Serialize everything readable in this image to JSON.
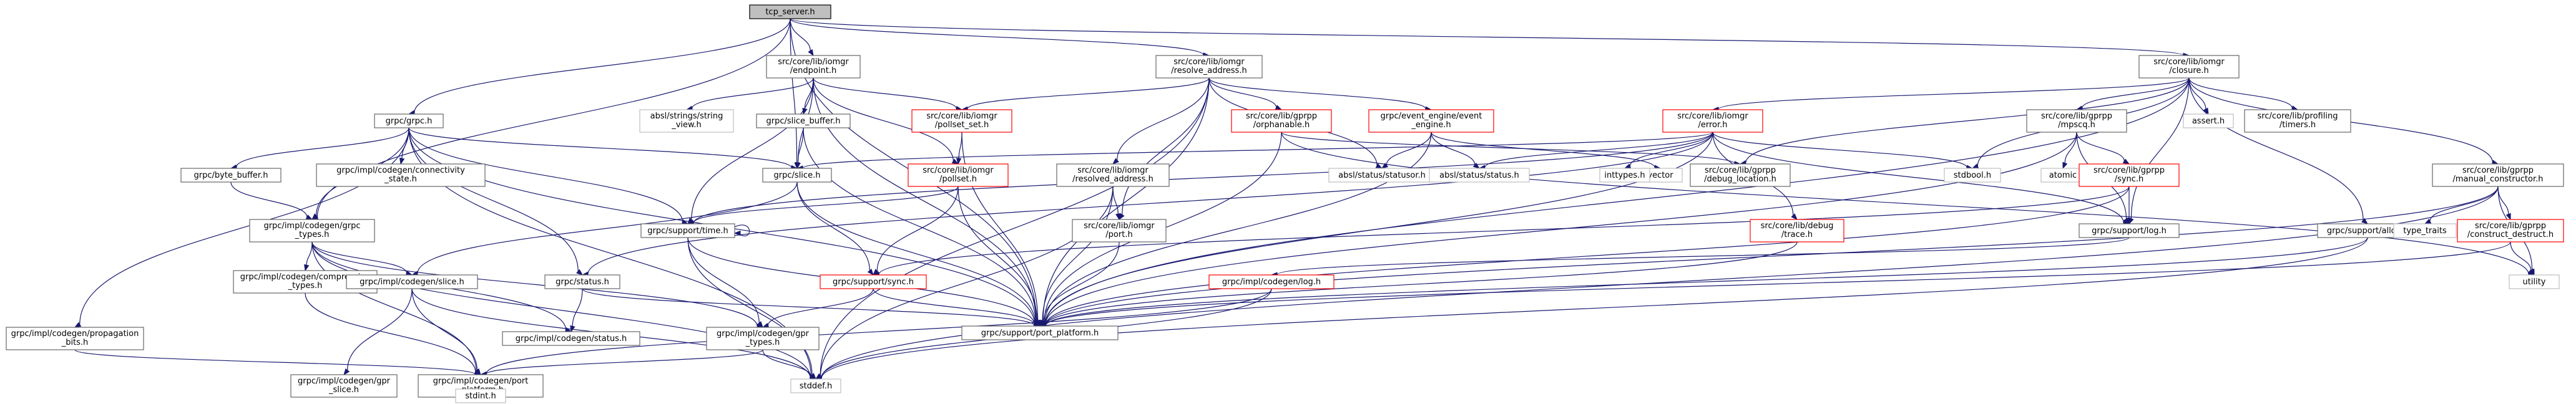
{
  "colors": {
    "edge": "#191970",
    "node_border_documented": "#666666",
    "node_border_undocumented": "#ff0000",
    "node_border_external": "#bfbfbf",
    "root_fill": "#bfbfbf",
    "node_fill": "#ffffff",
    "external_text": "#404040"
  },
  "graph": {
    "nodes": [
      {
        "id": "tcp_server",
        "lines": [
          "tcp_server.h"
        ],
        "kind": "root"
      },
      {
        "id": "grpc_h",
        "lines": [
          "grpc/grpc.h"
        ],
        "kind": "doc"
      },
      {
        "id": "endpoint",
        "lines": [
          "src/core/lib/iomgr",
          "/endpoint.h"
        ],
        "kind": "doc"
      },
      {
        "id": "resolve_address",
        "lines": [
          "src/core/lib/iomgr",
          "/resolve_address.h"
        ],
        "kind": "doc"
      },
      {
        "id": "closure",
        "lines": [
          "src/core/lib/iomgr",
          "/closure.h"
        ],
        "kind": "doc"
      },
      {
        "id": "port_platform",
        "lines": [
          "grpc/support/port_platform.h"
        ],
        "kind": "doc"
      },
      {
        "id": "stddef",
        "lines": [
          "stddef.h"
        ],
        "kind": "ext"
      },
      {
        "id": "grpc_types",
        "lines": [
          "grpc/impl/codegen/grpc",
          "_types.h"
        ],
        "kind": "doc"
      },
      {
        "id": "propagation_bits",
        "lines": [
          "grpc/impl/codegen/propagation",
          "_bits.h"
        ],
        "kind": "doc"
      },
      {
        "id": "byte_buffer",
        "lines": [
          "grpc/byte_buffer.h"
        ],
        "kind": "doc"
      },
      {
        "id": "connectivity_state",
        "lines": [
          "grpc/impl/codegen/connectivity",
          "_state.h"
        ],
        "kind": "doc"
      },
      {
        "id": "slice_h",
        "lines": [
          "grpc/slice.h"
        ],
        "kind": "doc"
      },
      {
        "id": "status_h",
        "lines": [
          "grpc/status.h"
        ],
        "kind": "doc"
      },
      {
        "id": "time_h",
        "lines": [
          "grpc/support/time.h"
        ],
        "kind": "doc"
      },
      {
        "id": "compression_types",
        "lines": [
          "grpc/impl/codegen/compression",
          "_types.h"
        ],
        "kind": "doc"
      },
      {
        "id": "codegen_slice",
        "lines": [
          "grpc/impl/codegen/slice.h"
        ],
        "kind": "doc"
      },
      {
        "id": "codegen_status",
        "lines": [
          "grpc/impl/codegen/status.h"
        ],
        "kind": "doc"
      },
      {
        "id": "gpr_types",
        "lines": [
          "grpc/impl/codegen/gpr",
          "_types.h"
        ],
        "kind": "doc"
      },
      {
        "id": "gpr_slice",
        "lines": [
          "grpc/impl/codegen/gpr",
          "_slice.h"
        ],
        "kind": "doc"
      },
      {
        "id": "codegen_port_platform",
        "lines": [
          "grpc/impl/codegen/port",
          "_platform.h"
        ],
        "kind": "doc"
      },
      {
        "id": "stdint",
        "lines": [
          "stdint.h"
        ],
        "kind": "ext"
      },
      {
        "id": "string_view",
        "lines": [
          "absl/strings/string",
          "_view.h"
        ],
        "kind": "ext"
      },
      {
        "id": "slice_buffer",
        "lines": [
          "grpc/slice_buffer.h"
        ],
        "kind": "doc"
      },
      {
        "id": "pollset_set",
        "lines": [
          "src/core/lib/iomgr",
          "/pollset_set.h"
        ],
        "kind": "undoc"
      },
      {
        "id": "pollset",
        "lines": [
          "src/core/lib/iomgr",
          "/pollset.h"
        ],
        "kind": "undoc"
      },
      {
        "id": "sync_h",
        "lines": [
          "grpc/support/sync.h"
        ],
        "kind": "undoc"
      },
      {
        "id": "resolved_address",
        "lines": [
          "src/core/lib/iomgr",
          "/resolved_address.h"
        ],
        "kind": "doc"
      },
      {
        "id": "port_h",
        "lines": [
          "src/core/lib/iomgr",
          "/port.h"
        ],
        "kind": "doc"
      },
      {
        "id": "orphanable",
        "lines": [
          "src/core/lib/gprpp",
          "/orphanable.h"
        ],
        "kind": "undoc"
      },
      {
        "id": "event_engine",
        "lines": [
          "grpc/event_engine/event",
          "_engine.h"
        ],
        "kind": "undoc"
      },
      {
        "id": "statusor",
        "lines": [
          "absl/status/statusor.h"
        ],
        "kind": "ext"
      },
      {
        "id": "absl_status",
        "lines": [
          "absl/status/status.h"
        ],
        "kind": "ext"
      },
      {
        "id": "vector",
        "lines": [
          "vector"
        ],
        "kind": "ext"
      },
      {
        "id": "error_h",
        "lines": [
          "src/core/lib/iomgr",
          "/error.h"
        ],
        "kind": "undoc"
      },
      {
        "id": "inttypes",
        "lines": [
          "inttypes.h"
        ],
        "kind": "ext"
      },
      {
        "id": "debug_location",
        "lines": [
          "src/core/lib/gprpp",
          "/debug_location.h"
        ],
        "kind": "doc"
      },
      {
        "id": "stdbool",
        "lines": [
          "stdbool.h"
        ],
        "kind": "ext"
      },
      {
        "id": "mpscq",
        "lines": [
          "src/core/lib/gprpp",
          "/mpscq.h"
        ],
        "kind": "doc"
      },
      {
        "id": "atomic",
        "lines": [
          "atomic"
        ],
        "kind": "ext"
      },
      {
        "id": "gprpp_sync",
        "lines": [
          "src/core/lib/gprpp",
          "/sync.h"
        ],
        "kind": "undoc"
      },
      {
        "id": "log_h",
        "lines": [
          "grpc/support/log.h"
        ],
        "kind": "doc"
      },
      {
        "id": "trace_h",
        "lines": [
          "src/core/lib/debug",
          "/trace.h"
        ],
        "kind": "undoc"
      },
      {
        "id": "codegen_log",
        "lines": [
          "grpc/impl/codegen/log.h"
        ],
        "kind": "undoc"
      },
      {
        "id": "assert",
        "lines": [
          "assert.h"
        ],
        "kind": "ext"
      },
      {
        "id": "profiling_timers",
        "lines": [
          "src/core/lib/profiling",
          "/timers.h"
        ],
        "kind": "doc"
      },
      {
        "id": "alloc_h",
        "lines": [
          "grpc/support/alloc.h"
        ],
        "kind": "doc"
      },
      {
        "id": "manual_constructor",
        "lines": [
          "src/core/lib/gprpp",
          "/manual_constructor.h"
        ],
        "kind": "doc"
      },
      {
        "id": "type_traits",
        "lines": [
          "type_traits"
        ],
        "kind": "ext"
      },
      {
        "id": "construct_destruct",
        "lines": [
          "src/core/lib/gprpp",
          "/construct_destruct.h"
        ],
        "kind": "undoc"
      },
      {
        "id": "utility",
        "lines": [
          "utility"
        ],
        "kind": "ext"
      }
    ],
    "edges": [
      [
        "tcp_server",
        "grpc_h"
      ],
      [
        "tcp_server",
        "endpoint"
      ],
      [
        "tcp_server",
        "resolve_address"
      ],
      [
        "tcp_server",
        "closure"
      ],
      [
        "tcp_server",
        "port_platform"
      ],
      [
        "tcp_server",
        "grpc_types"
      ],
      [
        "tcp_server",
        "slice_h"
      ],
      [
        "grpc_h",
        "grpc_types"
      ],
      [
        "grpc_h",
        "propagation_bits"
      ],
      [
        "grpc_h",
        "byte_buffer"
      ],
      [
        "grpc_h",
        "connectivity_state"
      ],
      [
        "grpc_h",
        "slice_h"
      ],
      [
        "grpc_h",
        "status_h"
      ],
      [
        "grpc_h",
        "time_h"
      ],
      [
        "grpc_h",
        "port_platform"
      ],
      [
        "grpc_h",
        "stddef"
      ],
      [
        "endpoint",
        "string_view"
      ],
      [
        "endpoint",
        "slice_buffer"
      ],
      [
        "endpoint",
        "pollset_set"
      ],
      [
        "endpoint",
        "pollset"
      ],
      [
        "endpoint",
        "slice_h"
      ],
      [
        "endpoint",
        "time_h"
      ],
      [
        "endpoint",
        "port_platform"
      ],
      [
        "resolve_address",
        "pollset_set"
      ],
      [
        "resolve_address",
        "resolved_address"
      ],
      [
        "resolve_address",
        "orphanable"
      ],
      [
        "resolve_address",
        "event_engine"
      ],
      [
        "resolve_address",
        "statusor"
      ],
      [
        "resolve_address",
        "port_h"
      ],
      [
        "resolve_address",
        "port_platform"
      ],
      [
        "resolve_address",
        "stddef"
      ],
      [
        "closure",
        "error_h"
      ],
      [
        "closure",
        "mpscq"
      ],
      [
        "closure",
        "stdbool"
      ],
      [
        "closure",
        "assert"
      ],
      [
        "closure",
        "profiling_timers"
      ],
      [
        "closure",
        "alloc_h"
      ],
      [
        "closure",
        "manual_constructor"
      ],
      [
        "closure",
        "log_h"
      ],
      [
        "closure",
        "debug_location"
      ],
      [
        "closure",
        "port_platform"
      ],
      [
        "grpc_types",
        "compression_types"
      ],
      [
        "grpc_types",
        "codegen_slice"
      ],
      [
        "grpc_types",
        "codegen_status"
      ],
      [
        "grpc_types",
        "gpr_types"
      ],
      [
        "grpc_types",
        "codegen_port_platform"
      ],
      [
        "grpc_types",
        "stddef"
      ],
      [
        "propagation_bits",
        "codegen_port_platform"
      ],
      [
        "byte_buffer",
        "grpc_types"
      ],
      [
        "slice_h",
        "codegen_slice"
      ],
      [
        "slice_h",
        "sync_h"
      ],
      [
        "slice_h",
        "port_platform"
      ],
      [
        "status_h",
        "codegen_status"
      ],
      [
        "status_h",
        "port_platform"
      ],
      [
        "time_h",
        "gpr_types"
      ],
      [
        "time_h",
        "port_platform"
      ],
      [
        "time_h",
        "time_h"
      ],
      [
        "time_h",
        "stddef"
      ],
      [
        "compression_types",
        "codegen_port_platform"
      ],
      [
        "codegen_slice",
        "gpr_slice"
      ],
      [
        "codegen_slice",
        "codegen_port_platform"
      ],
      [
        "codegen_slice",
        "stddef"
      ],
      [
        "gpr_types",
        "codegen_port_platform"
      ],
      [
        "gpr_types",
        "stddef"
      ],
      [
        "codegen_port_platform",
        "stdint"
      ],
      [
        "slice_buffer",
        "slice_h"
      ],
      [
        "slice_buffer",
        "port_platform"
      ],
      [
        "pollset_set",
        "pollset"
      ],
      [
        "pollset_set",
        "port_platform"
      ],
      [
        "pollset",
        "sync_h"
      ],
      [
        "pollset",
        "time_h"
      ],
      [
        "pollset",
        "port_platform"
      ],
      [
        "sync_h",
        "gpr_types"
      ],
      [
        "sync_h",
        "port_platform"
      ],
      [
        "resolved_address",
        "port_h"
      ],
      [
        "resolved_address",
        "port_platform"
      ],
      [
        "resolved_address",
        "stddef"
      ],
      [
        "port_h",
        "port_platform"
      ],
      [
        "orphanable",
        "debug_location"
      ],
      [
        "orphanable",
        "port_platform"
      ],
      [
        "orphanable",
        "utility"
      ],
      [
        "event_engine",
        "vector"
      ],
      [
        "event_engine",
        "statusor"
      ],
      [
        "event_engine",
        "absl_status"
      ],
      [
        "event_engine",
        "port_platform"
      ],
      [
        "error_h",
        "slice_h"
      ],
      [
        "error_h",
        "status_h"
      ],
      [
        "error_h",
        "inttypes"
      ],
      [
        "error_h",
        "stdbool"
      ],
      [
        "error_h",
        "absl_status"
      ],
      [
        "error_h",
        "trace_h"
      ],
      [
        "error_h",
        "log_h"
      ],
      [
        "error_h",
        "time_h"
      ],
      [
        "error_h",
        "port_platform"
      ],
      [
        "mpscq",
        "atomic"
      ],
      [
        "mpscq",
        "gprpp_sync"
      ],
      [
        "mpscq",
        "log_h"
      ],
      [
        "mpscq",
        "port_platform"
      ],
      [
        "gprpp_sync",
        "log_h"
      ],
      [
        "gprpp_sync",
        "sync_h"
      ],
      [
        "gprpp_sync",
        "port_platform"
      ],
      [
        "log_h",
        "codegen_log"
      ],
      [
        "trace_h",
        "port_platform"
      ],
      [
        "codegen_log",
        "codegen_port_platform"
      ],
      [
        "codegen_log",
        "stddef"
      ],
      [
        "alloc_h",
        "port_platform"
      ],
      [
        "alloc_h",
        "stddef"
      ],
      [
        "manual_constructor",
        "type_traits"
      ],
      [
        "manual_constructor",
        "construct_destruct"
      ],
      [
        "manual_constructor",
        "utility"
      ],
      [
        "manual_constructor",
        "stddef"
      ],
      [
        "manual_constructor",
        "port_platform"
      ],
      [
        "construct_destruct",
        "utility"
      ],
      [
        "construct_destruct",
        "port_platform"
      ]
    ]
  }
}
